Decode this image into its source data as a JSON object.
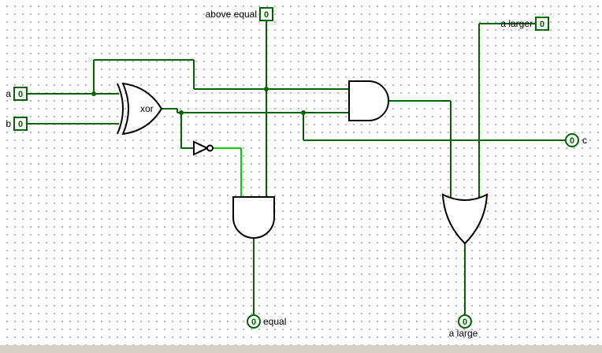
{
  "colors": {
    "wire_low": "#006400",
    "wire_high": "#00d200",
    "gate_outline": "#000000",
    "grid_dot": "#b5b5b5",
    "canvas_background": "#ffffff",
    "window_edge": "#d4d0c8",
    "pin_value_color": "#006400"
  },
  "pins": {
    "a": {
      "label": "a",
      "value": "0",
      "shape": "square"
    },
    "b": {
      "label": "b",
      "value": "0",
      "shape": "square"
    },
    "above_equal": {
      "label": "above equal",
      "value": "0",
      "shape": "square"
    },
    "a_larger": {
      "label": "a larger",
      "value": "0",
      "shape": "square"
    },
    "c": {
      "label": "c",
      "value": "0",
      "shape": "round"
    },
    "equal": {
      "label": "equal",
      "value": "0",
      "shape": "round"
    },
    "a_large": {
      "label": "a large",
      "value": "0",
      "shape": "round"
    }
  },
  "gates": {
    "xor": {
      "label": "xor",
      "type": "xor-gate"
    },
    "not": {
      "type": "not-gate"
    },
    "and_upper": {
      "type": "and-gate"
    },
    "and_lower": {
      "type": "and-gate"
    },
    "or": {
      "type": "or-gate"
    }
  }
}
